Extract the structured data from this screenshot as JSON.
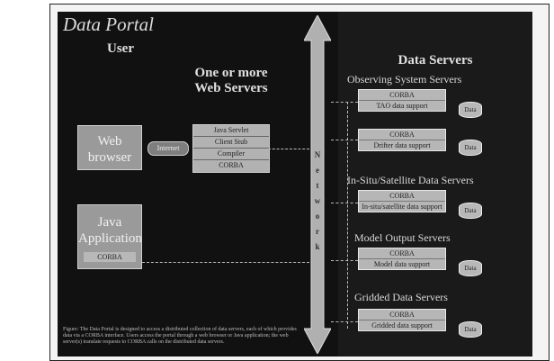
{
  "slide": {
    "title": "Data Portal",
    "user_heading": "User",
    "web_heading_line1": "One or more",
    "web_heading_line2": "Web Servers",
    "data_heading": "Data Servers"
  },
  "client": {
    "web_browser_line1": "Web",
    "web_browser_line2": "browser",
    "java_line1": "Java",
    "java_line2": "Application",
    "java_corba": "CORBA",
    "browser_link": "Internet"
  },
  "web_server": {
    "stack": [
      "Java Servlet",
      "Client Stub",
      "Compiler",
      "CORBA"
    ]
  },
  "network_letters": [
    "N",
    "e",
    "t",
    "w",
    "o",
    "r",
    "k"
  ],
  "data_servers": {
    "sections": [
      {
        "label": "Observing System Servers",
        "servers": [
          {
            "top": "CORBA",
            "bottom": "TAO data support",
            "db": "Data"
          },
          {
            "top": "CORBA",
            "bottom": "Drifter data support",
            "db": "Data"
          }
        ]
      },
      {
        "label": "In-Situ/Satellite Data Servers",
        "servers": [
          {
            "top": "CORBA",
            "bottom": "In-situ/satellite data support",
            "db": "Data"
          }
        ]
      },
      {
        "label": "Model Output Servers",
        "servers": [
          {
            "top": "CORBA",
            "bottom": "Model data support",
            "db": "Data"
          }
        ]
      },
      {
        "label": "Gridded Data Servers",
        "servers": [
          {
            "top": "CORBA",
            "bottom": "Gridded data support",
            "db": "Data"
          }
        ]
      }
    ]
  },
  "footnote": "Figure: The Data Portal is designed to access a distributed collection of data servers, each of which provides data via a CORBA interface. Users access the portal through a web browser or Java application; the web server(s) translate requests to CORBA calls on the distributed data servers."
}
